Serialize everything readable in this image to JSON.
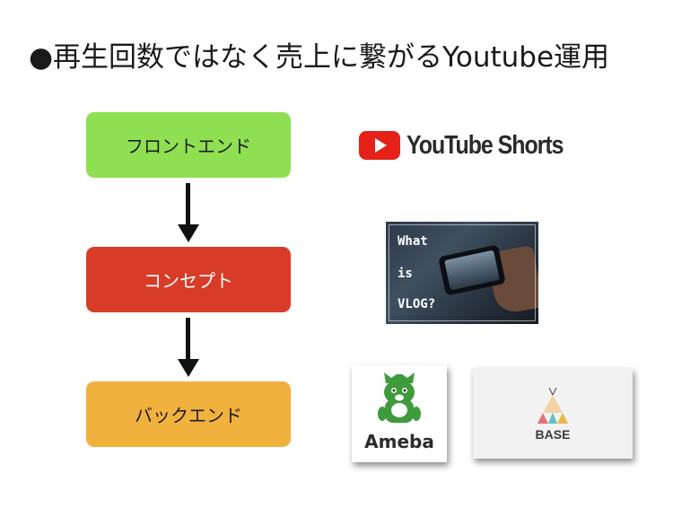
{
  "title": "●再生回数ではなく売上に繋がるYoutube運用",
  "flow": {
    "steps": [
      {
        "label": "フロントエンド",
        "color": "#8ee052"
      },
      {
        "label": "コンセプト",
        "color": "#d83c29"
      },
      {
        "label": "バックエンド",
        "color": "#f1b13d"
      }
    ]
  },
  "logos": {
    "youtube_shorts": {
      "text": "YouTube Shorts",
      "icon": "play-icon",
      "color": "#e62117"
    },
    "vlog": {
      "line1": "What",
      "line2": "is",
      "line3": "VLOG?"
    },
    "ameba": {
      "text": "Ameba",
      "color": "#3f9a3c"
    },
    "base": {
      "text": "BASE"
    }
  }
}
